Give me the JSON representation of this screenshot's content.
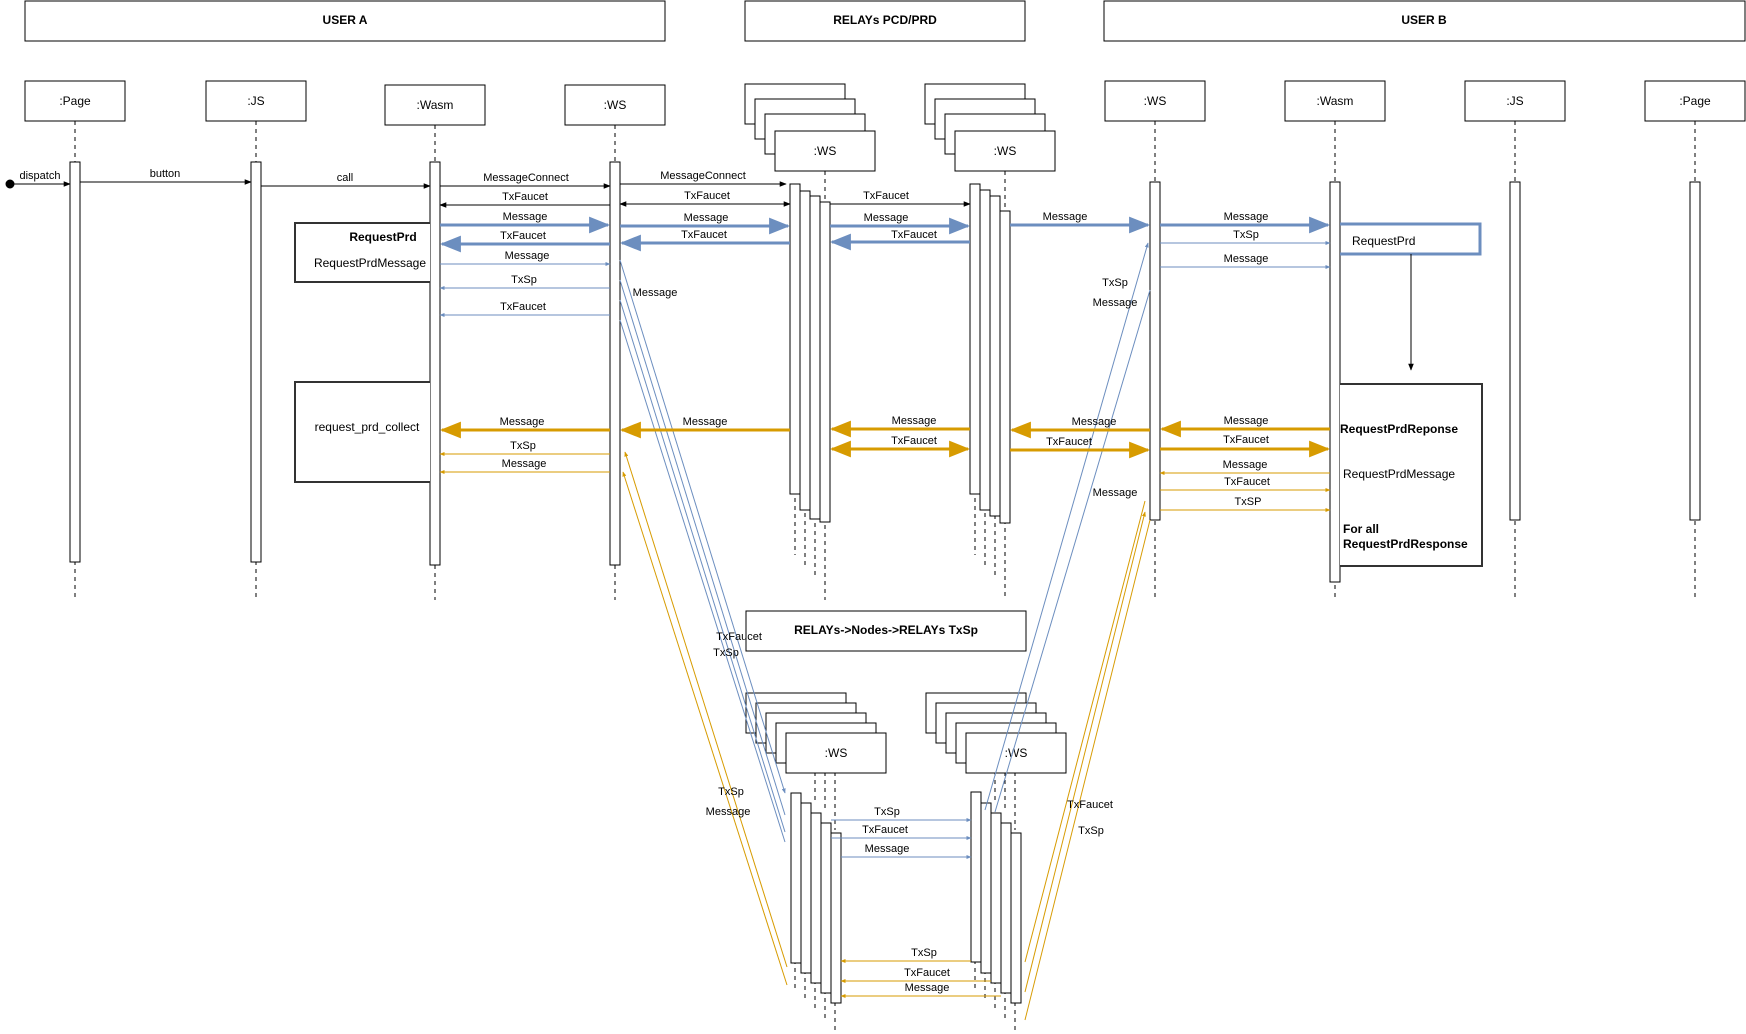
{
  "groups": {
    "user_a": "USER A",
    "relays": "RELAYs PCD/PRD",
    "user_b": "USER B",
    "relays_nodes": "RELAYs->Nodes->RELAYs TxSp"
  },
  "lifelines": {
    "page": ":Page",
    "js": ":JS",
    "wasm": ":Wasm",
    "ws": ":WS",
    "stack_label": ":WS"
  },
  "notes": {
    "request_prd_title": "RequestPrd",
    "request_prd_message": "RequestPrdMessage",
    "request_prd_collect": "request_prd_collect",
    "request_prd_b": "RequestPrd",
    "response_title": "RequestPrdReponse",
    "response_message": "RequestPrdMessage",
    "for_all_line1": "For all",
    "for_all_line2": "RequestPrdResponse"
  },
  "messages": {
    "dispatch": "dispatch",
    "button": "button",
    "call": "call",
    "message_connect": "MessageConnect",
    "tx_faucet": "TxFaucet",
    "message": "Message",
    "tx_sp": "TxSp",
    "tx_sp_upper": "TxSP"
  },
  "colors": {
    "black": "#000000",
    "blue": "#6c8ebf",
    "orange": "#d79b00"
  }
}
